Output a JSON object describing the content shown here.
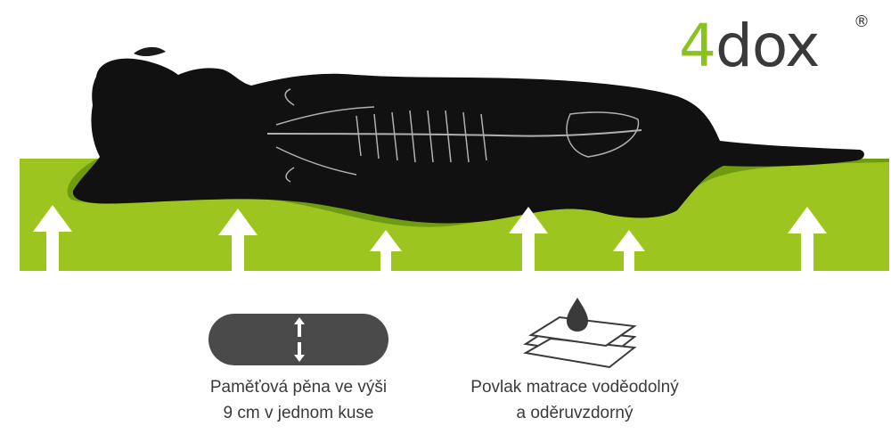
{
  "logo": {
    "digit": "4",
    "word": "dox",
    "registered": "®"
  },
  "colors": {
    "foam_green": "#9dc51f",
    "foam_edge": "#6f9b10",
    "dog": "#111111",
    "arrow": "#ffffff",
    "text": "#3a3a3a",
    "icon_gray": "#4a4a4a"
  },
  "features": [
    {
      "icon": "memory-foam-block-icon",
      "line1": "Paměťová pěna ve výši",
      "line2": "9 cm v jednom kuse"
    },
    {
      "icon": "waterproof-layers-icon",
      "line1": "Povlak matrace voděodolný",
      "line2": "a oděruvzdorný"
    }
  ]
}
